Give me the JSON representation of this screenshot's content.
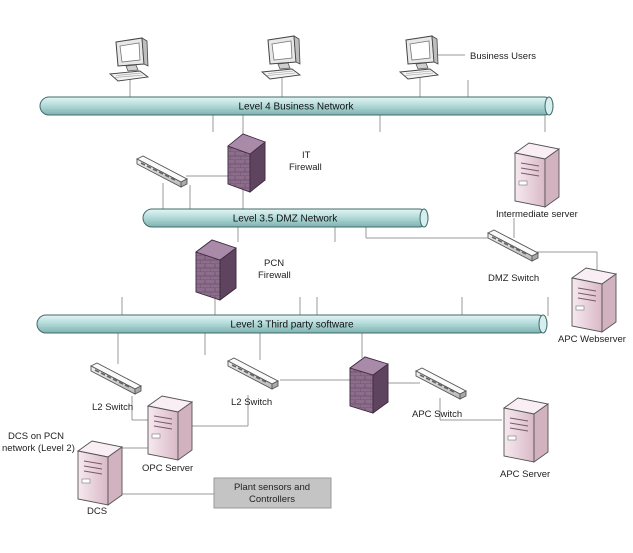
{
  "networks": {
    "level4": "Level 4 Business Network",
    "level35": "Level 3.5 DMZ Network",
    "level3": "Level 3 Third party software"
  },
  "labels": {
    "business_users": "Business Users",
    "it_firewall_line1": "IT",
    "it_firewall_line2": "Firewall",
    "pcn_firewall_line1": "PCN",
    "pcn_firewall_line2": "Firewall",
    "intermediate_server": "Intermediate server",
    "dmz_switch": "DMZ Switch",
    "apc_webserver": "APC Webserver",
    "l2_switch_left": "L2 Switch",
    "l2_switch_mid": "L2 Switch",
    "apc_switch": "APC Switch",
    "apc_server": "APC Server",
    "opc_server": "OPC Server",
    "dcs_note_line1": "DCS on PCN",
    "dcs_note_line2": "network (Level 2)",
    "dcs": "DCS",
    "plant_sensors_line1": "Plant sensors and",
    "plant_sensors_line2": "Controllers"
  },
  "colors": {
    "bus_fill": "#b4dcdb",
    "firewall_fill": "#8c6e8c",
    "server_fill": "#ecd6df",
    "plant_box_fill": "#c4c4c4"
  }
}
